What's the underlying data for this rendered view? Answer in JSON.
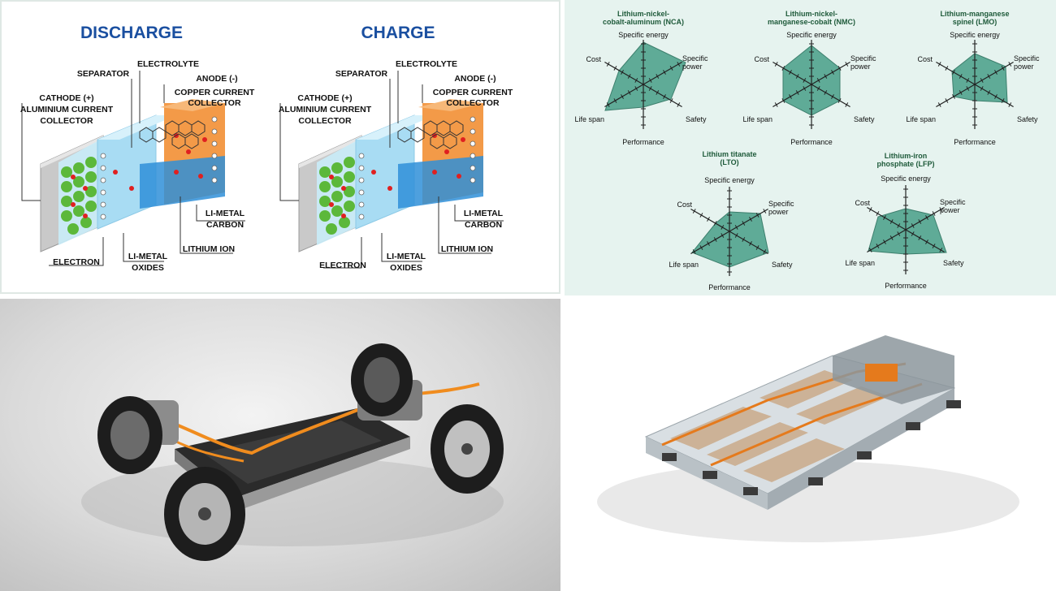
{
  "battery_diagram": {
    "discharge_title": "DISCHARGE",
    "charge_title": "CHARGE",
    "labels": {
      "separator": "SEPARATOR",
      "electrolyte": "ELECTROLYTE",
      "anode": "ANODE (-)",
      "copper_1": "COPPER CURRENT",
      "copper_2": "COLLECTOR",
      "cathode": "CATHODE (+)",
      "aluminium_1": "ALUMINIUM CURRENT",
      "aluminium_2": "COLLECTOR",
      "limetal_carbon_1": "LI-METAL",
      "limetal_carbon_2": "CARBON",
      "lithium_ion": "LITHIUM ION",
      "electron": "ELECTRON",
      "limetal_oxides_1": "LI-METAL",
      "limetal_oxides_2": "OXIDES"
    },
    "colors": {
      "title": "#1a4fa0",
      "separator": "#bfe6f7",
      "anode": "#f39a48",
      "cathode_balls": "#5cb83a",
      "ions": "#e02020"
    }
  },
  "radar_charts": {
    "axis_labels": {
      "specific_energy": "Specific energy",
      "specific_power_1": "Specific",
      "specific_power_2": "power",
      "safety": "Safety",
      "performance": "Performance",
      "life_span": "Life span",
      "cost": "Cost"
    },
    "fill_color": "#5fab97",
    "charts": [
      {
        "title1": "Lithium-nickel-",
        "title2": "cobalt-aluminum (NCA)"
      },
      {
        "title1": "Lithium-nickel-",
        "title2": "manganese-cobalt (NMC)"
      },
      {
        "title1": "Lithium-manganese",
        "title2": "spinel (LMO)"
      },
      {
        "title1": "Lithium titanate",
        "title2": "(LTO)"
      },
      {
        "title1": "Lithium-iron",
        "title2": "phosphate (LFP)"
      }
    ]
  }
}
